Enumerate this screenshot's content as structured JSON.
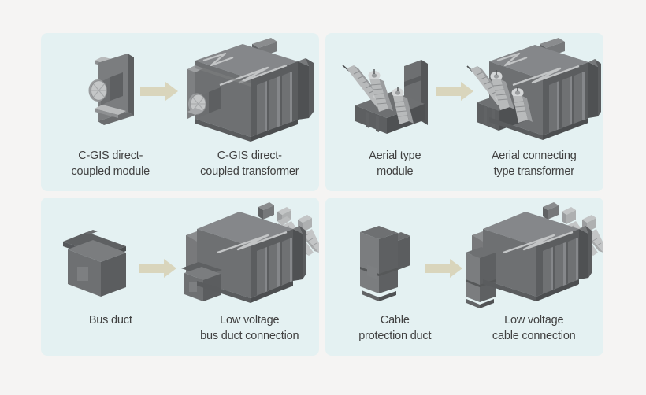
{
  "page": {
    "background_color": "#f5f4f3",
    "panel_color": "#e4f1f2",
    "text_color": "#414141",
    "arrow_color": "#d9d5bc",
    "object_colors": {
      "dark": "#4f5052",
      "mid": "#6a6b6d",
      "light": "#808285",
      "pale": "#9a9c9e",
      "metal": "#c9cbcc",
      "highlight": "#e2e3e4"
    }
  },
  "panels": [
    {
      "id": "c-gis-direct-coupled",
      "left": {
        "label": "C-GIS direct-\ncoupled module",
        "icon": "c-gis-module-icon"
      },
      "arrow": {
        "icon": "arrow-right-icon"
      },
      "right": {
        "label": "C-GIS direct-\ncoupled transformer",
        "icon": "c-gis-transformer-icon"
      }
    },
    {
      "id": "aerial-type",
      "left": {
        "label": "Aerial type\nmodule",
        "icon": "aerial-module-icon"
      },
      "arrow": {
        "icon": "arrow-right-icon"
      },
      "right": {
        "label": "Aerial connecting\ntype transformer",
        "icon": "aerial-transformer-icon"
      }
    },
    {
      "id": "bus-duct",
      "left": {
        "label": "Bus duct",
        "icon": "bus-duct-icon"
      },
      "arrow": {
        "icon": "arrow-right-icon"
      },
      "right": {
        "label": "Low voltage\nbus duct connection",
        "icon": "bus-duct-transformer-icon"
      }
    },
    {
      "id": "cable-protection-duct",
      "left": {
        "label": "Cable\nprotection duct",
        "icon": "cable-duct-icon"
      },
      "arrow": {
        "icon": "arrow-right-icon"
      },
      "right": {
        "label": "Low voltage\ncable connection",
        "icon": "cable-transformer-icon"
      }
    }
  ]
}
